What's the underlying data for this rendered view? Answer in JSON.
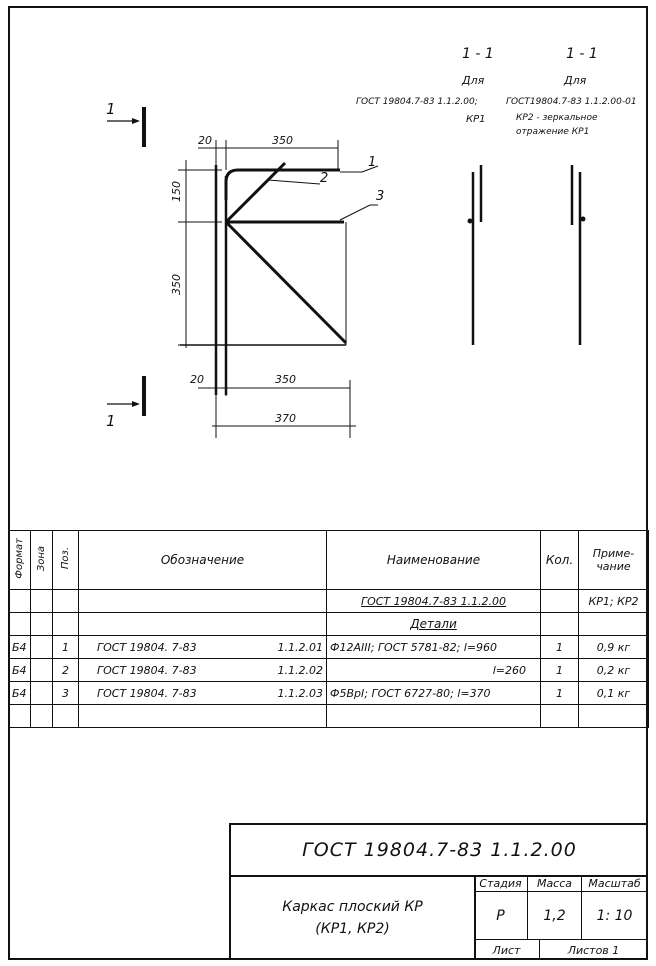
{
  "drawing": {
    "left_section_marker": "1",
    "section1": {
      "title": "1 - 1",
      "for_label": "Для",
      "ref": "ГОСТ 19804.7-83 1.1.2.00;",
      "note": "КР1"
    },
    "section2": {
      "title": "1 - 1",
      "for_label": "Для",
      "ref": "ГОСТ19804.7-83 1.1.2.00-01",
      "note_line1": "КР2 - зеркальное",
      "note_line2": "отражение КР1"
    },
    "dims": {
      "d20_top": "20",
      "d350_top": "350",
      "d150": "150",
      "d350_left": "350",
      "d20_bottom": "20",
      "d350_bottom": "350",
      "d370": "370"
    },
    "callouts": {
      "p1": "1",
      "p2": "2",
      "p3": "3"
    }
  },
  "spec_table": {
    "headers": {
      "format": "Формат",
      "zone": "Зона",
      "pos": "Поз.",
      "designation": "Обозначение",
      "name": "Наименование",
      "qty": "Кол.",
      "note": "Приме-чание"
    },
    "assembly_row": {
      "name": "ГОСТ 19804.7-83   1.1.2.00",
      "note": "КР1; КР2"
    },
    "section_title": "Детали",
    "rows": [
      {
        "format": "Б4",
        "pos": "1",
        "designation": "ГОСТ 19804. 7-83",
        "code": "1.1.2.01",
        "name": "Ф12АIII; ГОСТ 5781-82; l=960",
        "qty": "1",
        "note": "0,9 кг"
      },
      {
        "format": "Б4",
        "pos": "2",
        "designation": "ГОСТ 19804. 7-83",
        "code": "1.1.2.02",
        "name": "l=260",
        "qty": "1",
        "note": "0,2 кг"
      },
      {
        "format": "Б4",
        "pos": "3",
        "designation": "ГОСТ 19804. 7-83",
        "code": "1.1.2.03",
        "name": "Ф5ВрI; ГОСТ 6727-80; l=370",
        "qty": "1",
        "note": "0,1 кг"
      }
    ]
  },
  "title_block": {
    "code": "ГОСТ 19804.7-83  1.1.2.00",
    "name_line1": "Каркас плоский КР",
    "name_line2": "(КР1, КР2)",
    "stage_label": "Стадия",
    "mass_label": "Масса",
    "scale_label": "Масштаб",
    "stage": "Р",
    "mass": "1,2",
    "scale": "1: 10",
    "sheet_label": "Лист",
    "sheets_label": "Листов 1"
  }
}
